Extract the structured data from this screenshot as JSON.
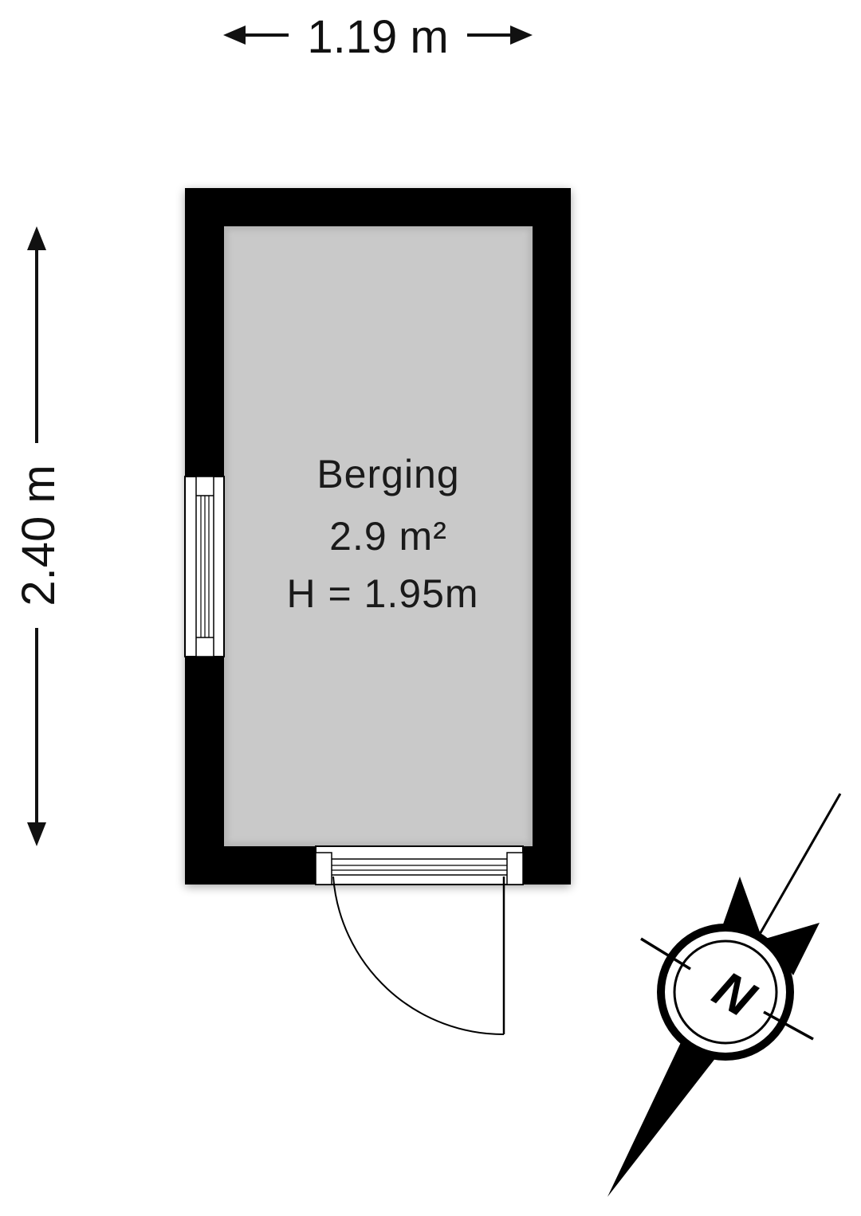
{
  "dimensions": {
    "width_label": "1.19 m",
    "height_label": "2.40 m"
  },
  "room": {
    "name": "Berging",
    "area": "2.9 m²",
    "ceiling_height": "H = 1.95m"
  },
  "compass": {
    "north_label": "N"
  },
  "colors": {
    "wall": "#000000",
    "floor": "#c9c9c9",
    "text": "#111111"
  }
}
